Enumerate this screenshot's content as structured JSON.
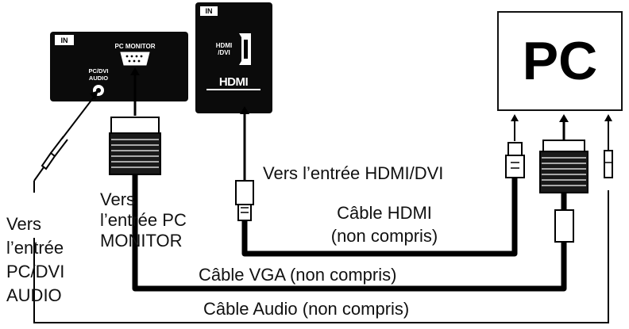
{
  "panel_left": {
    "badge": "IN",
    "port_pc_monitor": "PC MONITOR",
    "port_audio_line1": "PC/DVI",
    "port_audio_line2": "AUDIO"
  },
  "panel_hdmi": {
    "badge": "IN",
    "port_line1": "HDMI",
    "port_line2": "/DVI",
    "logo": "HDMI"
  },
  "pc_box": {
    "label": "PC"
  },
  "labels": {
    "vers_hdmi": "Vers l’entrée HDMI/DVI",
    "cable_hdmi_line1": "Câble HDMI",
    "cable_hdmi_line2": "(non compris)",
    "vers_pc_monitor_line1": "Vers",
    "vers_pc_monitor_line2": "l’entrée PC",
    "vers_pc_monitor_line3": "MONITOR",
    "vers_audio_line1": "Vers",
    "vers_audio_line2": "l’entrée",
    "vers_audio_line3": "PC/DVI",
    "vers_audio_line4": "AUDIO",
    "cable_vga": "Câble VGA (non compris)",
    "cable_audio": "Câble Audio (non compris)"
  }
}
